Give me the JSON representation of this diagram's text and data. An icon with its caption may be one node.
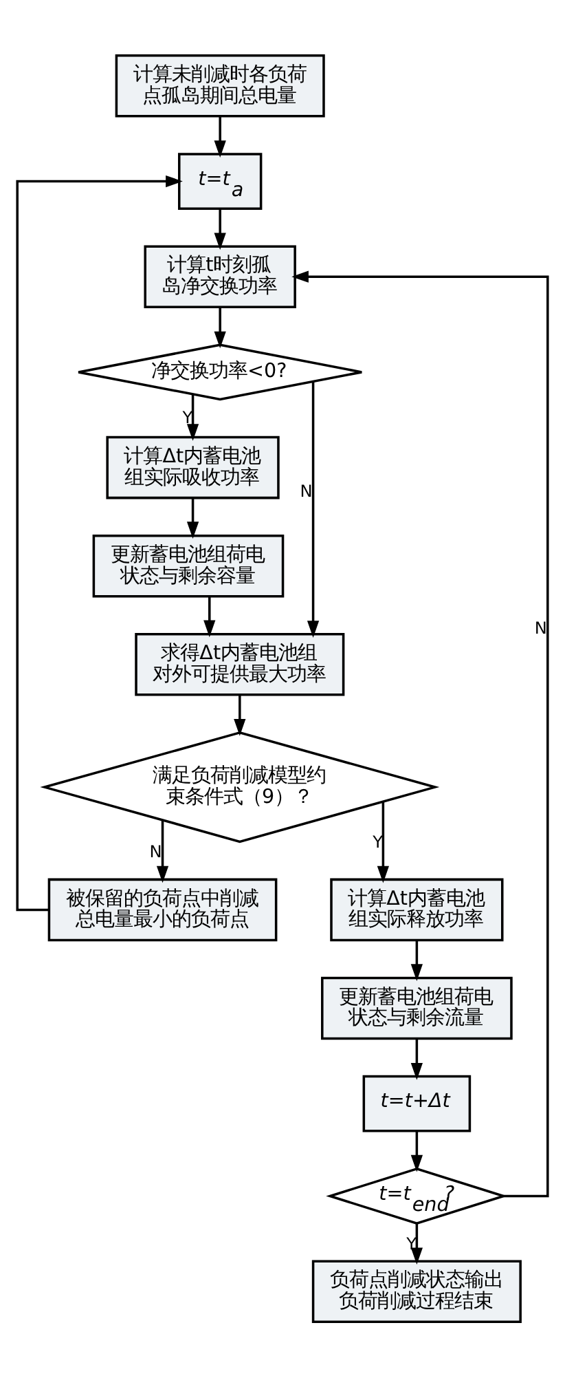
{
  "diagram": {
    "nodes": [
      {
        "text": [
          "计算未削减时各负荷点孤岛期间总电量"
        ]
      },
      {
        "text": [
          "t=t$_{a}$"
        ]
      },
      {
        "text": [
          "计算t时刻孤岛净交换功率"
        ]
      },
      {
        "text": [
          "净交换功率<0?"
        ]
      },
      {
        "text": [
          "计算Δt内蓄电池组实际吸收功率"
        ]
      },
      {
        "text": [
          "更新蓄电池组荷电状态与剩余容量"
        ]
      },
      {
        "text": [
          "求得Δt内蓄电池组对外可提供最大功率"
        ]
      },
      {
        "text": [
          "满足负荷削减模型约束条件式（9）？"
        ]
      },
      {
        "text": [
          "被保留的负荷点中削减总电量最小的负荷点"
        ]
      },
      {
        "text": [
          "计算Δt内蓄电池组实际释放功率"
        ]
      },
      {
        "text": [
          "更新蓄电池组荷电状态与剩余流量"
        ]
      },
      {
        "text": [
          "t=t+Δt"
        ]
      },
      {
        "text": [
          "t=t$_{end}$?"
        ]
      },
      {
        "text": [
          "负荷点削减状态输出负荷削减过程结束"
        ]
      }
    ],
    "edges": [
      {
        "from": 0,
        "to": 1,
        "arrow": "to"
      },
      {
        "from": 1,
        "to": 2,
        "arrow": "to"
      },
      {
        "from": 2,
        "to": 3,
        "arrow": "to"
      },
      {
        "from": 3,
        "to": 4,
        "arrow": "to",
        "label": "Y"
      },
      {
        "from": 3,
        "to": 6,
        "arrow": "to",
        "label": "N"
      },
      {
        "from": 4,
        "to": 5,
        "arrow": "to"
      },
      {
        "from": 5,
        "to": 6,
        "arrow": "to"
      },
      {
        "from": 6,
        "to": 7,
        "arrow": "to"
      },
      {
        "from": 7,
        "to": 9,
        "arrow": "to",
        "label": "Y"
      },
      {
        "from": 7,
        "to": 8,
        "arrow": "to",
        "label": "N"
      },
      {
        "from": 8,
        "to": 1,
        "arrow": "to"
      },
      {
        "from": 9,
        "to": 10,
        "arrow": "to"
      },
      {
        "from": 10,
        "to": 11,
        "arrow": "to"
      },
      {
        "from": 11,
        "to": 12,
        "arrow": "to"
      },
      {
        "from": 12,
        "to": 2,
        "arrow": "to",
        "label": "N"
      },
      {
        "from": 12,
        "to": 13,
        "arrow": "to",
        "label": "Y"
      }
    ]
  }
}
